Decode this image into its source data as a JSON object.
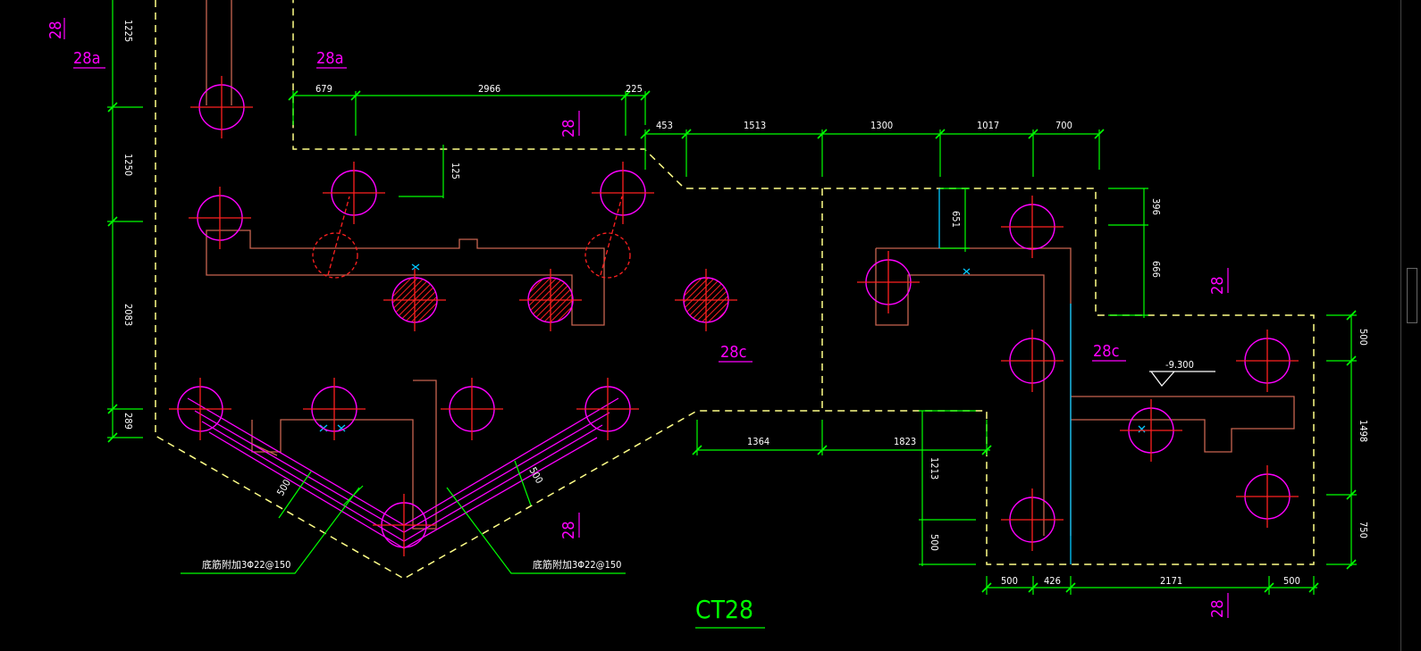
{
  "drawing_title": "CT28",
  "level_mark": "-9.300",
  "section_labels": {
    "s28a_left": "28a",
    "s28a_mid": "28a",
    "s28c_mid": "28c",
    "s28c_right": "28c"
  },
  "marks": {
    "m28": "28"
  },
  "rebar_note_left": "底筋附加3Φ22@150",
  "rebar_note_right": "底筋附加3Φ22@150",
  "dims": {
    "left_1225": "1225",
    "left_1250": "1250",
    "left_2083": "2083",
    "left_289": "289",
    "top_679": "679",
    "top_2966": "2966",
    "top_225": "225",
    "top_125": "125",
    "top_453": "453",
    "top_1513": "1513",
    "top_1300": "1300",
    "top_1017": "1017",
    "top_700": "700",
    "r_651": "651",
    "r_396": "396",
    "r_666": "666",
    "r_500a": "500",
    "r_1498": "1498",
    "r_750": "750",
    "mid_1364": "1364",
    "mid_1823": "1823",
    "mid_1213": "1213",
    "mid_500": "500",
    "bot_500a": "500",
    "bot_426": "426",
    "bot_2171": "2171",
    "bot_500b": "500",
    "diag_500a": "500",
    "diag_500b": "500"
  },
  "colors": {
    "background": "#000000",
    "dimension": "#00ff00",
    "boundary": "#ffff88",
    "pile_ring": "#ff00ff",
    "pile_cross": "#ff0000",
    "structure": "#c86450",
    "label": "#ff00ff",
    "title": "#00ff00",
    "cyan": "#00c8ff",
    "level": "#ffffff"
  }
}
